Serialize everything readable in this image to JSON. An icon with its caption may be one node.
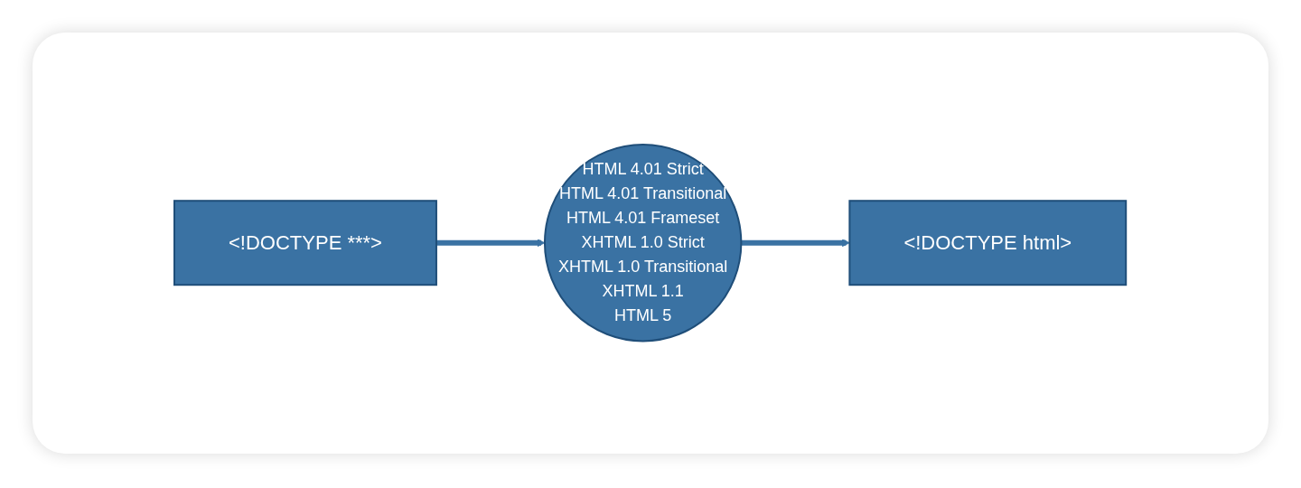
{
  "diagram": {
    "nodes": [
      {
        "text": [
          "<!DOCTYPE ***>"
        ]
      },
      {
        "text": [
          "<!DOCTYPE html>"
        ]
      },
      {
        "text": [
          "HTML 4.01 Strict",
          "HTML 4.01 Transitional",
          "HTML 4.01 Frameset",
          "XHTML 1.0 Strict",
          "XHTML 1.0 Transitional",
          "XHTML 1.1",
          "HTML 5"
        ]
      }
    ],
    "edges": [
      {
        "from": 0,
        "to": 2,
        "arrow": "to"
      },
      {
        "from": 2,
        "to": 1,
        "arrow": "to"
      }
    ]
  }
}
